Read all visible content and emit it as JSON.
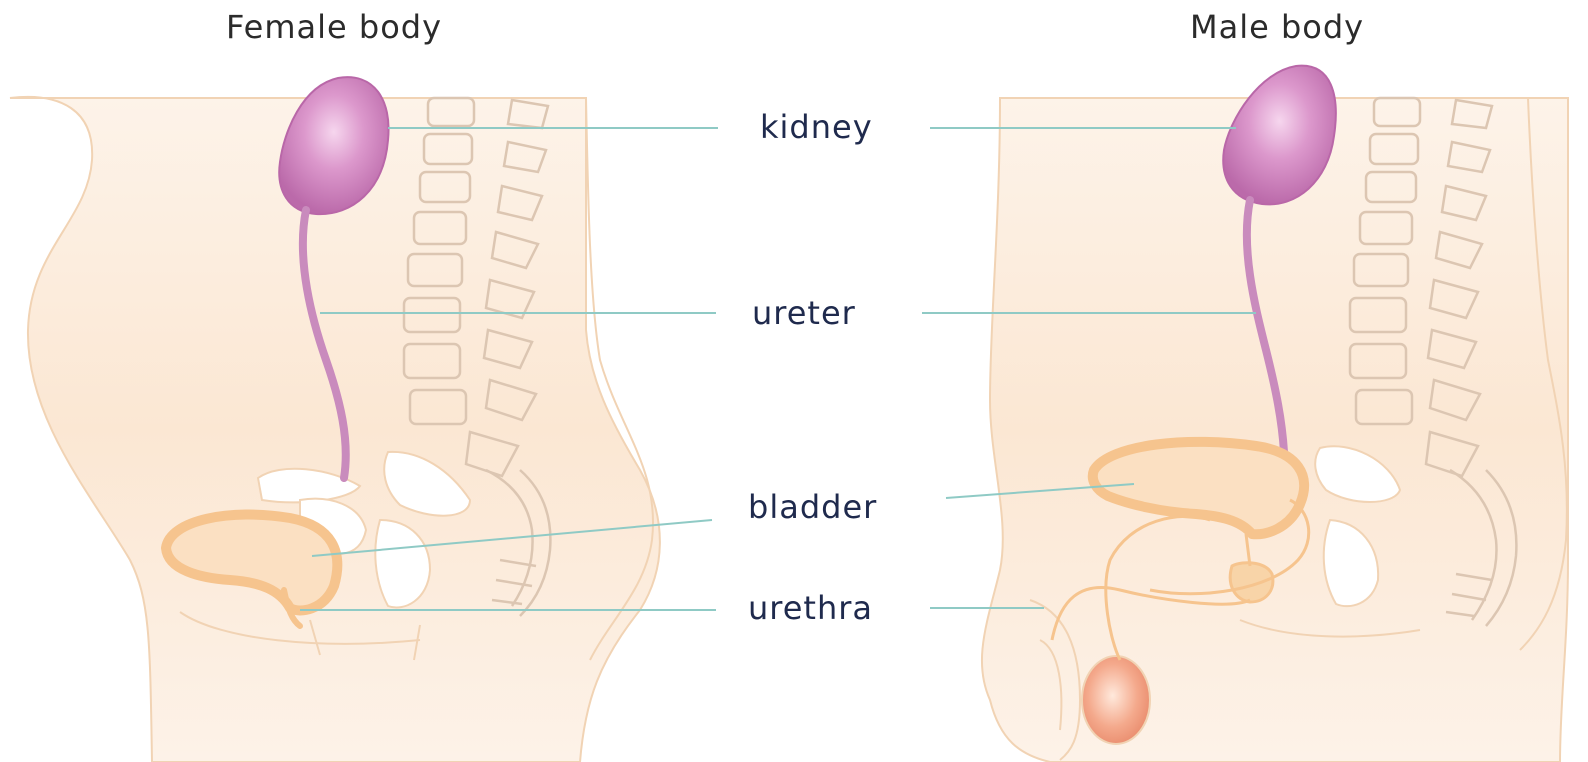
{
  "titles": {
    "female": "Female body",
    "male": "Male body"
  },
  "labels": {
    "kidney": "kidney",
    "ureter": "ureter",
    "bladder": "bladder",
    "urethra": "urethra"
  },
  "colors": {
    "skin": "#fbe9d6",
    "skin_outline": "#f1d3b4",
    "bone_outline": "#dcc6b2",
    "kidney": "#c879b8",
    "kidney_highlight": "#f0c6e6",
    "ureter": "#c98bbd",
    "bladder": "#f6c48e",
    "leader_line": "#8fcac5",
    "label_text": "#1f2a4d",
    "title_text": "#2b2b2b"
  }
}
